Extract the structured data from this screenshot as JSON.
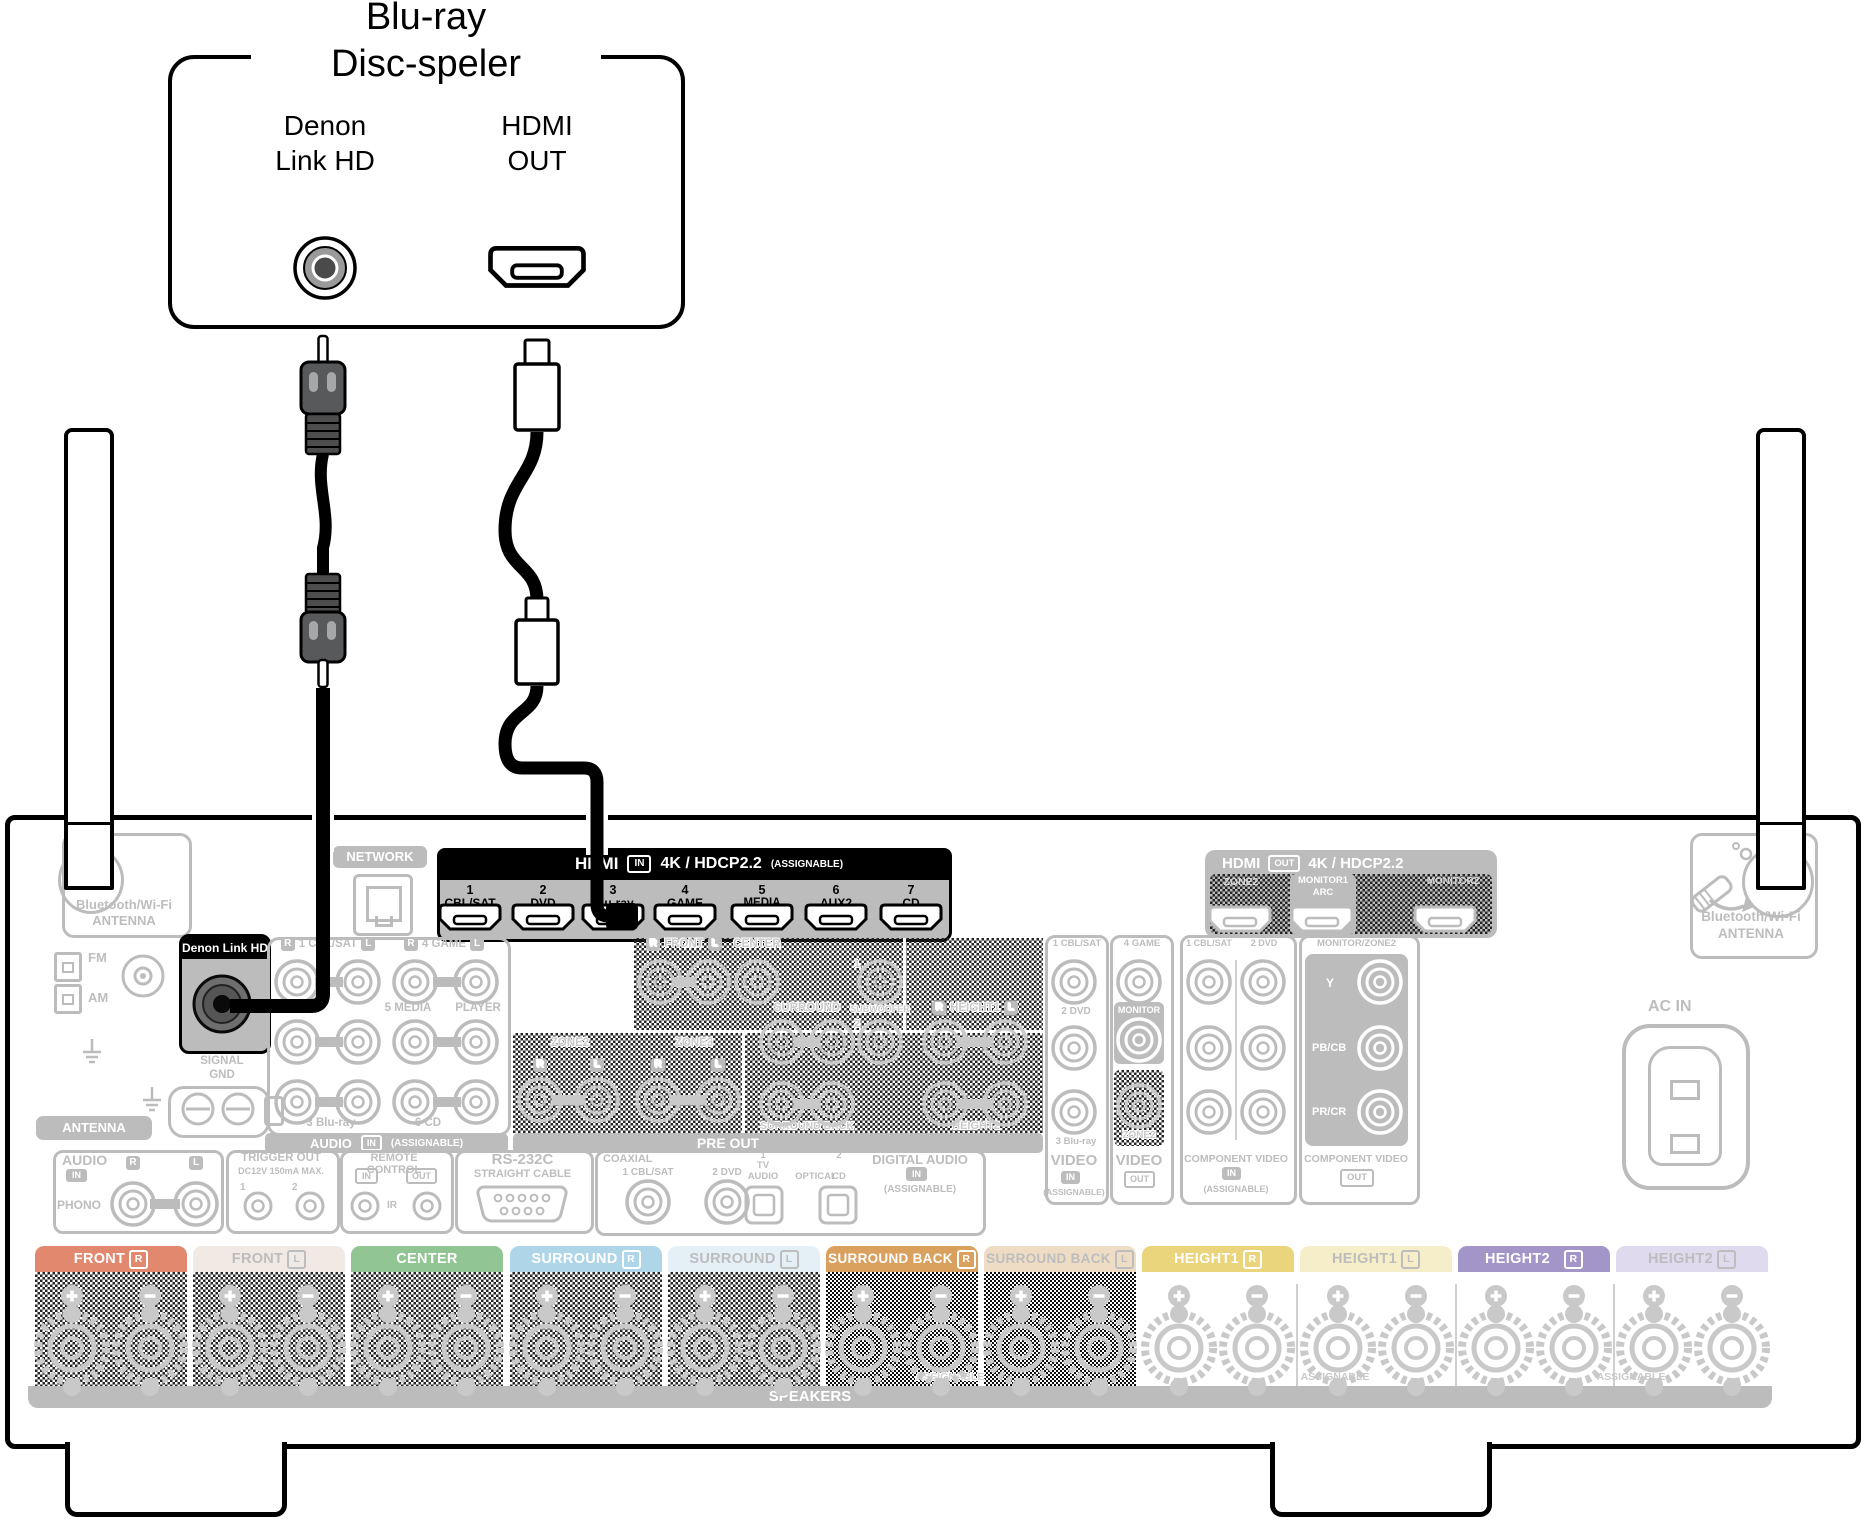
{
  "colors": {
    "highlight": "#000000",
    "panel_gray": "#bcbcbc",
    "text_gray": "#bdbdbd"
  },
  "shared": {
    "r": "R",
    "l": "L",
    "in": "IN",
    "out": "OUT",
    "assignable": "(ASSIGNABLE)",
    "one": "1",
    "two": "2",
    "antenna": "ANTENNA"
  },
  "player": {
    "title1": "Blu-ray",
    "title2": "Disc-speler",
    "denon1": "Denon",
    "denon2": "Link HD",
    "hdmi1": "HDMI",
    "hdmi2": "OUT"
  },
  "receiver": {
    "network": "NETWORK",
    "bt": {
      "line1": "Bluetooth/Wi-Fi",
      "line2": "ANTENNA"
    },
    "fm": "FM",
    "am": "AM",
    "antenna_bar": "ANTENNA",
    "denon_link": {
      "label": "Denon Link HD",
      "gnd": "SIGNAL\nGND"
    },
    "hdmi_in": {
      "hdmi": "HDMI",
      "spec": "4K / HDCP2.2",
      "ports": [
        {
          "num": "1",
          "name": "CBL/SAT"
        },
        {
          "num": "2",
          "name": "DVD"
        },
        {
          "num": "3",
          "name": "Blu-ray"
        },
        {
          "num": "4",
          "name": "GAME"
        },
        {
          "num": "5",
          "name": "MEDIA\nPLAYER"
        },
        {
          "num": "6",
          "name": "AUX2"
        },
        {
          "num": "7",
          "name": "CD"
        }
      ]
    },
    "hdmi_out": {
      "hdmi": "HDMI",
      "spec": "4K / HDCP2.2",
      "zone2": "ZONE2",
      "monitor1": "MONITOR1",
      "arc": "ARC",
      "monitor2": "MONITOR2"
    },
    "audio_in": {
      "row1a": "1 CBL/SAT",
      "row1b": "4 GAME",
      "row2a": "5 MEDIA",
      "row2b": "PLAYER",
      "row3a": "3 Blu-ray",
      "row3b": "6 CD",
      "audio": "AUDIO"
    },
    "pre_out": {
      "front": "FRONT",
      "center": "CENTER",
      "surround": "SURROUND",
      "subwoofer": "SUBWOOFER",
      "height1": "HEIGHT1",
      "surround_back": "SURROUND BACK",
      "height2": "HEIGHT2",
      "zone2": "ZONE2",
      "zone3": "ZONE3",
      "bar": "PRE OUT"
    },
    "video": {
      "in1": "1 CBL/SAT",
      "in2": "2 DVD",
      "in3": "3 Blu-ray",
      "game": "4 GAME",
      "monitor": "MONITOR",
      "zone2": "ZONE2",
      "video": "VIDEO"
    },
    "component": {
      "title": "COMPONENT VIDEO",
      "in1": "1 CBL/SAT",
      "in2": "2 DVD",
      "mz": "MONITOR/ZONE2",
      "y": "Y",
      "pb": "PB/CB",
      "pr": "PR/CR"
    },
    "digital": {
      "coaxial": "COAXIAL",
      "c1": "1 CBL/SAT",
      "c2": "2 DVD",
      "tv": "TV",
      "audio": "AUDIO",
      "optical": "OPTICAL",
      "cd": "CD",
      "title": "DIGITAL AUDIO"
    },
    "phono": {
      "audio": "AUDIO",
      "phono": "PHONO"
    },
    "trigger": {
      "title": "TRIGGER OUT",
      "spec": "DC12V 150mA MAX."
    },
    "remote": {
      "title": "REMOTE CONTROL",
      "ir": "IR"
    },
    "rs232": {
      "title": "RS-232C",
      "sub": "STRAIGHT CABLE"
    },
    "ac_in": "AC IN",
    "speakers": {
      "bar": "SPEAKERS",
      "assignable": "ASSIGNABLE",
      "channels": [
        {
          "label": "FRONT",
          "letter": "R",
          "bg": "#e2886e",
          "fg": "#ffffff"
        },
        {
          "label": "FRONT",
          "letter": "L",
          "bg": "#f1e9e4",
          "fg": "#bdbdbd"
        },
        {
          "label": "CENTER",
          "letter": "",
          "bg": "#92c594",
          "fg": "#ffffff"
        },
        {
          "label": "SURROUND",
          "letter": "R",
          "bg": "#aed6e8",
          "fg": "#ffffff"
        },
        {
          "label": "SURROUND",
          "letter": "L",
          "bg": "#e4eff6",
          "fg": "#bdbdbd"
        },
        {
          "label": "SURROUND BACK",
          "letter": "R",
          "bg": "#d9a05e",
          "fg": "#ffffff"
        },
        {
          "label": "SURROUND BACK",
          "letter": "L",
          "bg": "#eeddc4",
          "fg": "#bdbdbd"
        },
        {
          "label": "HEIGHT1",
          "letter": "R",
          "bg": "#ead47c",
          "fg": "#ffffff"
        },
        {
          "label": "HEIGHT1",
          "letter": "L",
          "bg": "#f6eec9",
          "fg": "#bdbdbd"
        },
        {
          "label": "HEIGHT2",
          "letter": "R",
          "bg": "#a495c8",
          "fg": "#ffffff"
        },
        {
          "label": "HEIGHT2",
          "letter": "L",
          "bg": "#dfdaed",
          "fg": "#bdbdbd"
        }
      ]
    }
  }
}
